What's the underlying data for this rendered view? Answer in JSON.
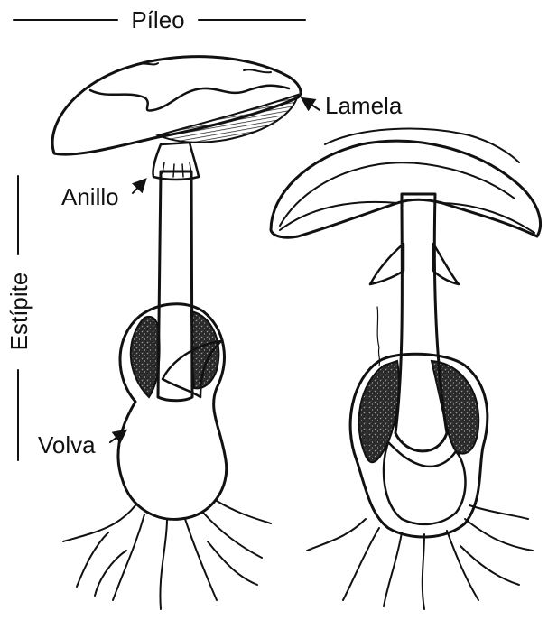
{
  "labels": {
    "pileo": "Píleo",
    "lamela": "Lamela",
    "anillo": "Anillo",
    "estipite": "Estípite",
    "volva": "Volva"
  },
  "colors": {
    "ink": "#111111",
    "background": "#ffffff"
  }
}
